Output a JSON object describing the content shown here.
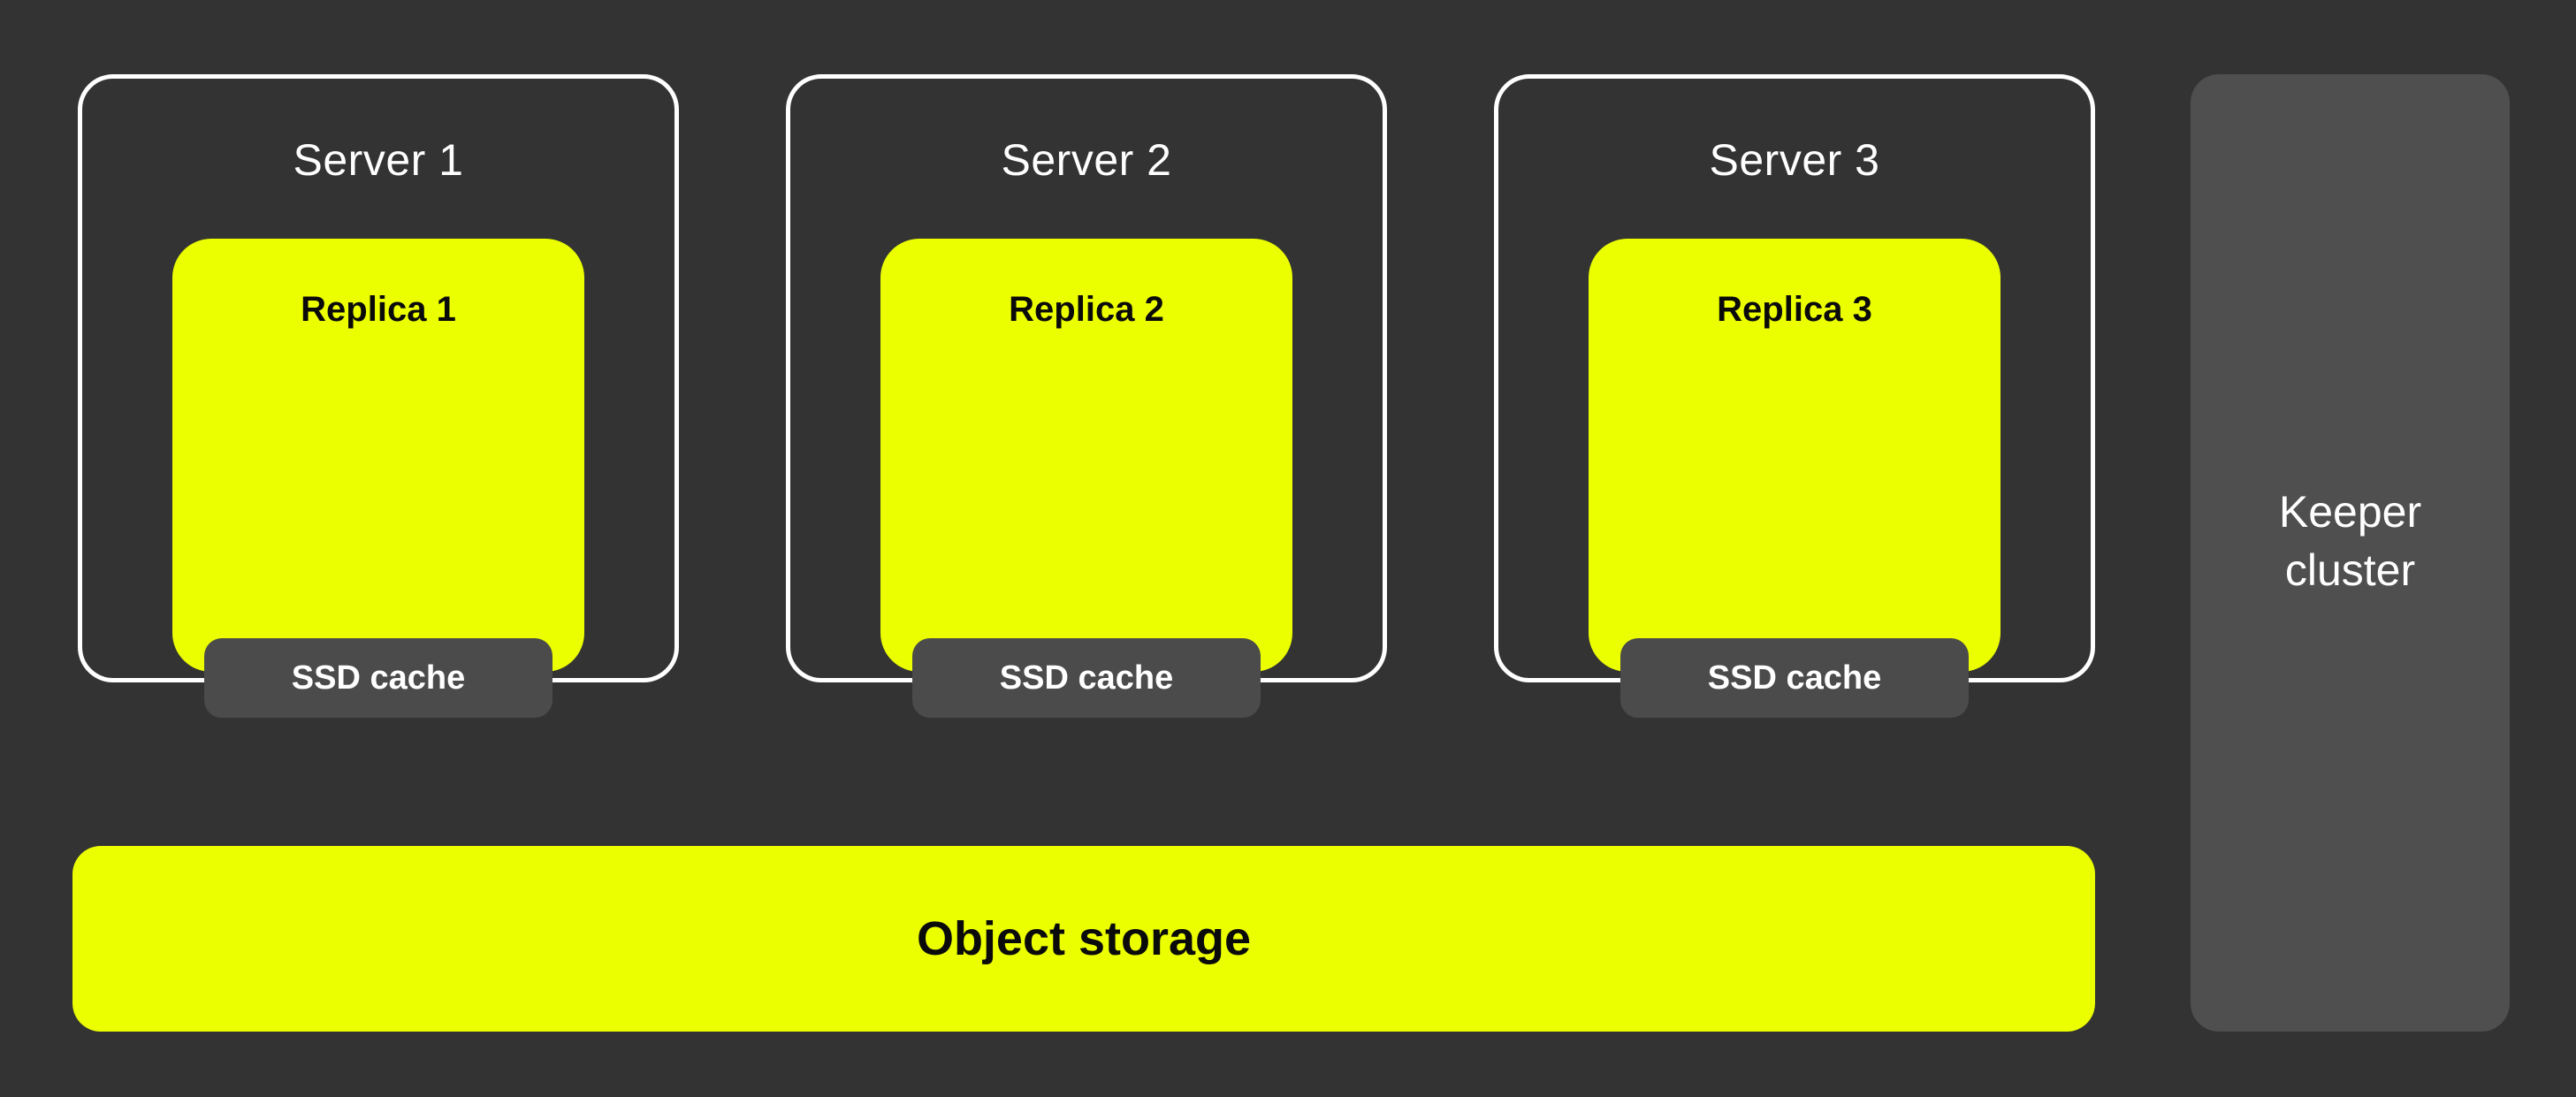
{
  "colors": {
    "background": "#333333",
    "accent_yellow": "#ECFF00",
    "cache_gray": "#4B4B4B",
    "keeper_gray": "#4F4F4F",
    "outline_white": "#FFFFFF",
    "text_light": "#FFFFFF",
    "text_dark": "#0A0A0A"
  },
  "servers": [
    {
      "label": "Server 1",
      "replica_label": "Replica 1",
      "cache_label": "SSD cache"
    },
    {
      "label": "Server 2",
      "replica_label": "Replica 2",
      "cache_label": "SSD cache"
    },
    {
      "label": "Server 3",
      "replica_label": "Replica 3",
      "cache_label": "SSD cache"
    }
  ],
  "object_storage": {
    "label": "Object storage"
  },
  "keeper_cluster": {
    "label": "Keeper cluster"
  }
}
